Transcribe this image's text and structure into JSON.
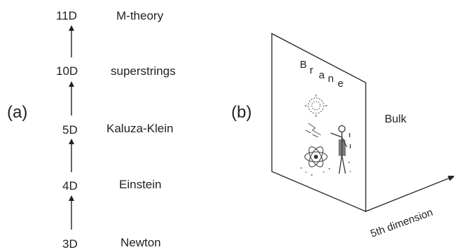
{
  "panel_a": {
    "label": "(a)",
    "levels": [
      {
        "dimension": "11D",
        "theory": "M-theory"
      },
      {
        "dimension": "10D",
        "theory": "superstrings"
      },
      {
        "dimension": "5D",
        "theory": "Kaluza-Klein"
      },
      {
        "dimension": "4D",
        "theory": "Einstein"
      },
      {
        "dimension": "3D",
        "theory": "Newton"
      }
    ]
  },
  "panel_b": {
    "label": "(b)",
    "brane_letters": [
      "B",
      "r",
      "a",
      "n",
      "e"
    ],
    "bulk_label": "Bulk",
    "axis_label": "5th dimension"
  },
  "colors": {
    "ink": "#222222",
    "sketch": "#555555",
    "background": "#ffffff"
  },
  "icons": [
    "up-arrow-icon",
    "sun-sketch-icon",
    "atom-sketch-icon",
    "human-figure-sketch-icon"
  ]
}
